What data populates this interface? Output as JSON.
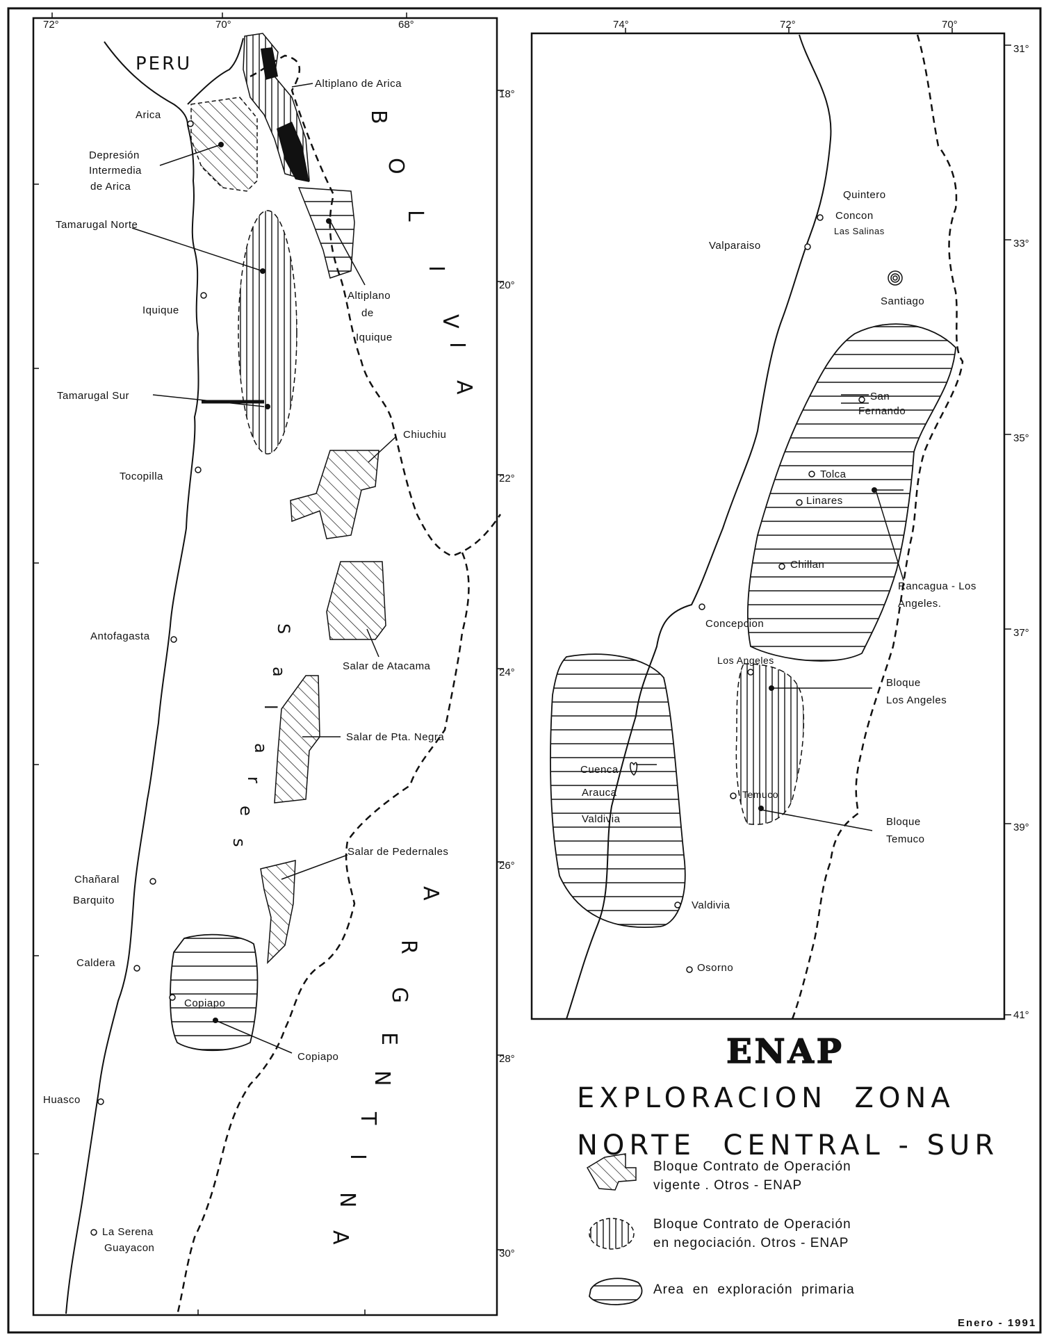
{
  "left_map": {
    "lon_ticks": [
      "72°",
      "70°",
      "68°"
    ],
    "lat_ticks": [
      "18°",
      "20°",
      "22°",
      "24°",
      "26°",
      "28°",
      "30°"
    ],
    "countries": {
      "peru": "PERU",
      "bolivia": [
        "B",
        "O",
        "L",
        "I",
        "V",
        "I",
        "A"
      ],
      "argentina": [
        "A",
        "R",
        "G",
        "E",
        "N",
        "T",
        "I",
        "N",
        "A"
      ],
      "salares": [
        "S",
        "a",
        "l",
        "a",
        "r",
        "e",
        "s"
      ]
    },
    "places": [
      "Arica",
      "Depresión",
      "Intermedia",
      "de Arica",
      "Tamarugal Norte",
      "Iquique",
      "Tamarugal Sur",
      "Tocopilla",
      "Antofagasta",
      "Chañaral",
      "Barquito",
      "Caldera",
      "Copiapo",
      "Huasco",
      "La Serena",
      "Guayacon"
    ],
    "blocks": [
      "Altiplano de Arica",
      "Altiplano",
      "de",
      "Iquique",
      "Chiuchiu",
      "Salar de Atacama",
      "Salar de Pta. Negra",
      "Salar de Pedernales",
      "Copiapo"
    ]
  },
  "right_map": {
    "lon_ticks": [
      "74°",
      "72°",
      "70°"
    ],
    "lat_ticks": [
      "31°",
      "33°",
      "35°",
      "37°",
      "39°",
      "41°"
    ],
    "places": [
      "Quintero",
      "Concon",
      "Las Salinas",
      "Valparaiso",
      "Santiago",
      "San",
      "Fernando",
      "Tolca",
      "Linares",
      "Chillan",
      "Concepcion",
      "Los Angeles",
      "Temuco",
      "Valdivia",
      "Osorno"
    ],
    "blocks": [
      "Rancagua - Los",
      "Angeles.",
      "Bloque",
      "Los Angeles",
      "Bloque",
      "Temuco",
      "Cuenca",
      "Arauca",
      "Valdivia"
    ]
  },
  "title": {
    "logo": "ENAP",
    "line1": "EXPLORACION  ZONA",
    "line2": "NORTE  CENTRAL - SUR"
  },
  "legend": [
    {
      "line1": "Bloque Contrato de Operación",
      "line2": "vigente . Otros - ENAP"
    },
    {
      "line1": "Bloque Contrato de Operación",
      "line2": "en negociación. Otros - ENAP"
    },
    {
      "line1": "Area  en  exploración  primaria"
    }
  ],
  "date": "Enero - 1991",
  "colors": {
    "ink": "#111111",
    "paper": "#ffffff"
  }
}
